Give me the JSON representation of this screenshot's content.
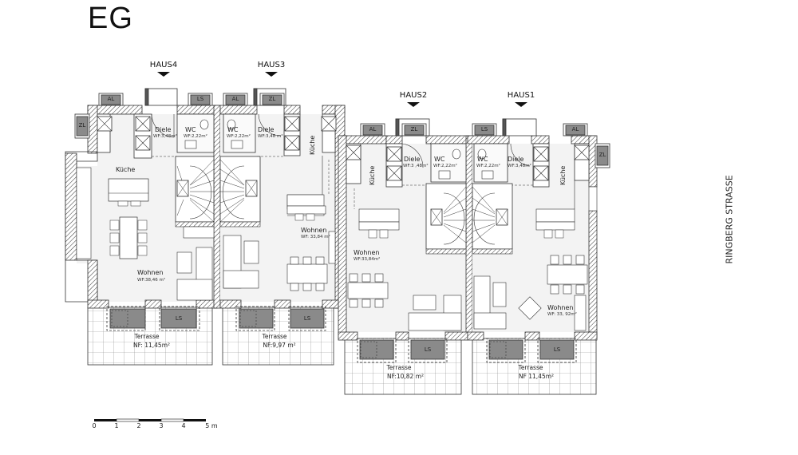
{
  "title": "EG",
  "street": "RINGBERG STRASSE",
  "houses": [
    {
      "label": "HAUS4",
      "rooms": {
        "diele": {
          "name": "Diele",
          "area": "WF:3,48m²"
        },
        "wc": {
          "name": "WC",
          "area": "WF:2,22m²"
        },
        "kueche": {
          "name": "Küche"
        },
        "wohnen": {
          "name": "Wohnen",
          "area": "WF:38,46 m²"
        }
      },
      "terrace": {
        "name": "Terrasse",
        "area": "NF: 11,45m²"
      },
      "boxes": [
        "AL",
        "LS",
        "ZL",
        "LS"
      ]
    },
    {
      "label": "HAUS3",
      "rooms": {
        "diele": {
          "name": "Diele",
          "area": "WF:3,48 m²"
        },
        "wc": {
          "name": "WC",
          "area": "WF:2,22m²"
        },
        "kueche": {
          "name": "Küche"
        },
        "wohnen": {
          "name": "Wohnen",
          "area": "WF: 33,84 m²"
        }
      },
      "terrace": {
        "name": "Terrasse",
        "area": "NF:9,97 m²"
      },
      "boxes": [
        "AL",
        "ZL",
        "LS"
      ]
    },
    {
      "label": "HAUS2",
      "rooms": {
        "diele": {
          "name": "Diele",
          "area": "WF:3 ,48m²"
        },
        "wc": {
          "name": "WC",
          "area": "WF:2,22m²"
        },
        "kueche": {
          "name": "Küche"
        },
        "wohnen": {
          "name": "Wohnen",
          "area": "WF:33,84m²"
        }
      },
      "terrace": {
        "name": "Terrasse",
        "area": "NF:10,82 m²"
      },
      "boxes": [
        "AL",
        "ZL",
        "LS"
      ]
    },
    {
      "label": "HAUS1",
      "rooms": {
        "diele": {
          "name": "Diele",
          "area": "WF:3,48m²"
        },
        "wc": {
          "name": "WC",
          "area": "WF:2,22m²"
        },
        "kueche": {
          "name": "Küche"
        },
        "wohnen": {
          "name": "Wohnen",
          "area": "WF: 33, 92m²"
        }
      },
      "terrace": {
        "name": "Terrasse",
        "area": "NF 11,45m²"
      },
      "boxes": [
        "LS",
        "AL",
        "ZL",
        "LS"
      ]
    }
  ],
  "scale_bar": {
    "ticks": [
      "0",
      "1",
      "2",
      "3",
      "4",
      "5 m"
    ]
  },
  "colors": {
    "wall": "#555555",
    "box_fill": "#8a8a8a",
    "floor": "#f2f2f2",
    "line": "#222222"
  }
}
